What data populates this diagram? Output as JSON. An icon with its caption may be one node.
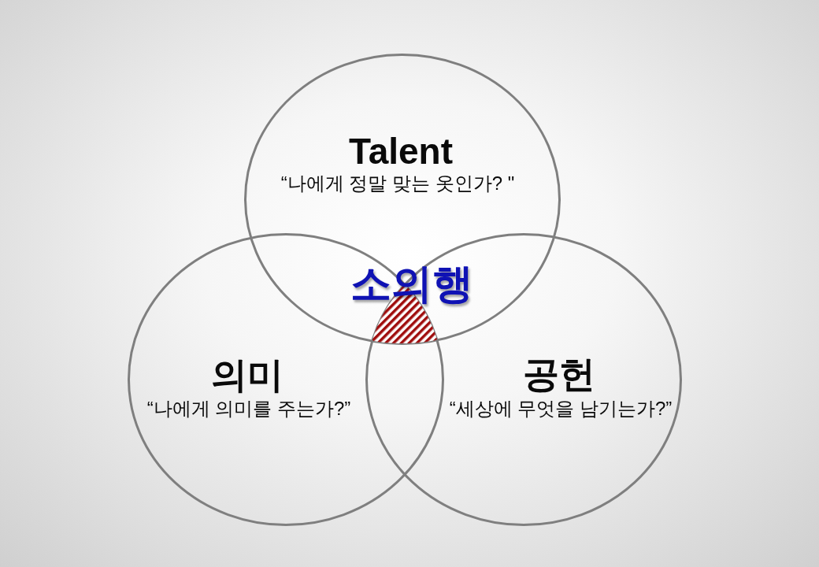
{
  "diagram": {
    "nodes": [
      {
        "text": [
          "Talent",
          "“나에게 정말 맞는 옷인가? \""
        ]
      },
      {
        "text": [
          "의미",
          "“나에게 의미를 주는가?”"
        ]
      },
      {
        "text": [
          "공헌",
          "“세상에 무엇을 남기는가?”"
        ]
      },
      {
        "text": [],
        "shape": "triangle"
      }
    ],
    "labels": [
      "소의행"
    ]
  }
}
